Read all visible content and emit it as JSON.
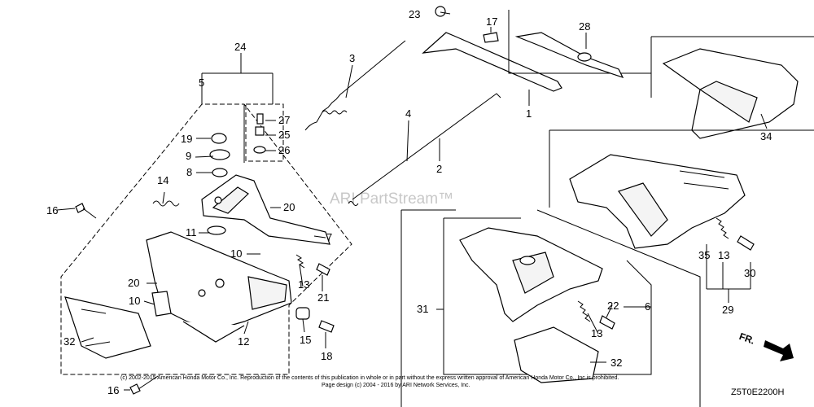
{
  "watermark": "ARI PartStream™",
  "copyright_line1": "(c) 2002-2015 American Honda Motor Co., Inc. Reproduction of the contents of this publication in whole or in part without the express written approval of American Honda Motor Co., Inc is prohibited.",
  "copyright_line2": "Page design (c) 2004 - 2016 by ARI Network Services, Inc.",
  "diagram_code": "Z5T0E2200H",
  "direction_label": "FR.",
  "callouts": {
    "c1": "1",
    "c2": "2",
    "c3": "3",
    "c4": "4",
    "c5": "5",
    "c6": "6",
    "c7": "7",
    "c8": "8",
    "c9": "9",
    "c10a": "10",
    "c10b": "10",
    "c11": "11",
    "c12": "12",
    "c13a": "13",
    "c13b": "13",
    "c13c": "13",
    "c14": "14",
    "c15": "15",
    "c16a": "16",
    "c16b": "16",
    "c17": "17",
    "c18": "18",
    "c19": "19",
    "c20a": "20",
    "c20b": "20",
    "c21": "21",
    "c22": "22",
    "c23": "23",
    "c24": "24",
    "c25": "25",
    "c26": "26",
    "c27": "27",
    "c28": "28",
    "c29": "29",
    "c30": "30",
    "c31": "31",
    "c32a": "32",
    "c32b": "32",
    "c34": "34",
    "c35": "35"
  }
}
